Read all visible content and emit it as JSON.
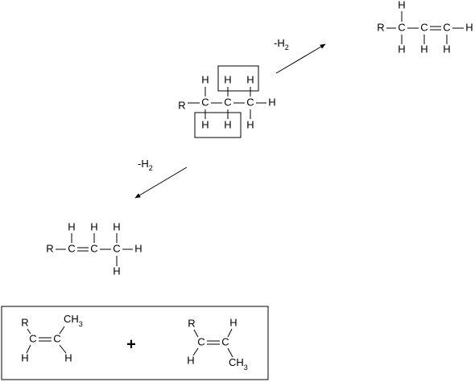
{
  "atoms": {
    "r": "R",
    "c": "C",
    "h": "H",
    "ch3_main": "CH",
    "ch3_sub": "3"
  },
  "reaction": {
    "reagent_main": "-H",
    "reagent_sub": "2",
    "plus": "+"
  }
}
